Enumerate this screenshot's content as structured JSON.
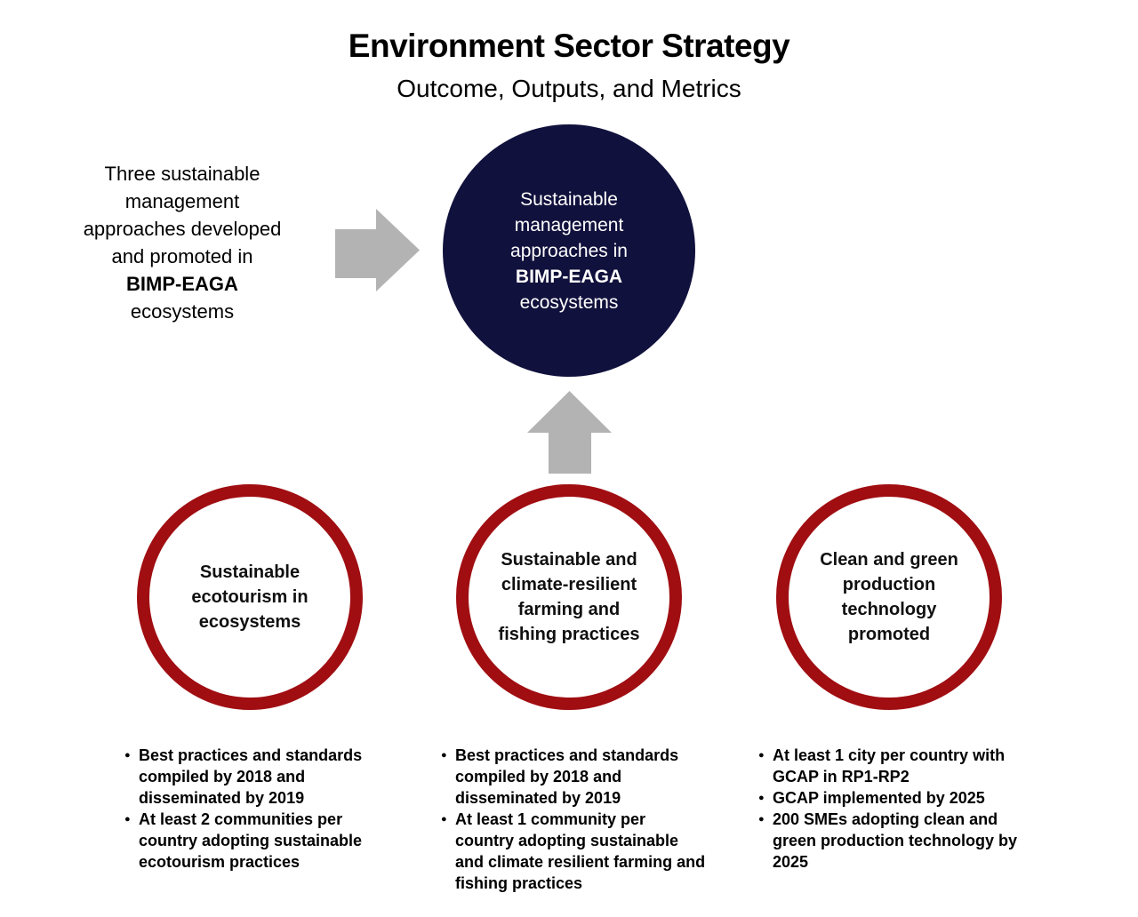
{
  "header": {
    "title": "Environment Sector Strategy",
    "subtitle": "Outcome, Outputs, and Metrics"
  },
  "outcome": {
    "metric": {
      "text": "Three sustainable management approaches developed and promoted in",
      "highlight": "BIMP-EAGA",
      "suffix": "ecosystems"
    },
    "circle": {
      "text": "Sustainable management approaches in",
      "highlight": "BIMP-EAGA",
      "suffix": "ecosystems"
    }
  },
  "outputs": [
    {
      "label": "Sustainable ecotourism in ecosystems",
      "metrics": [
        "Best practices and standards compiled by 2018 and disseminated by 2019",
        "At least 2 communities per country adopting sustainable ecotourism practices"
      ]
    },
    {
      "label": "Sustainable and climate-resilient farming and fishing practices",
      "metrics": [
        "Best practices and standards compiled by 2018 and disseminated by 2019",
        "At least 1 community per country adopting sustainable and climate resilient farming and fishing practices"
      ]
    },
    {
      "label": "Clean and green production technology promoted",
      "metrics": [
        "At least 1 city per country with GCAP in RP1-RP2",
        "GCAP implemented by 2025",
        "200 SMEs adopting clean and green production technology by 2025"
      ]
    }
  ],
  "icons": {
    "right_arrow": "right-arrow-icon",
    "up_arrow": "up-arrow-icon"
  },
  "colors": {
    "navy": "#11113d",
    "red": "#a00e12",
    "arrow_gray": "#b3b3b3",
    "background": "#ffffff",
    "text": "#000000",
    "circle_text_on_navy": "#ffffff"
  }
}
